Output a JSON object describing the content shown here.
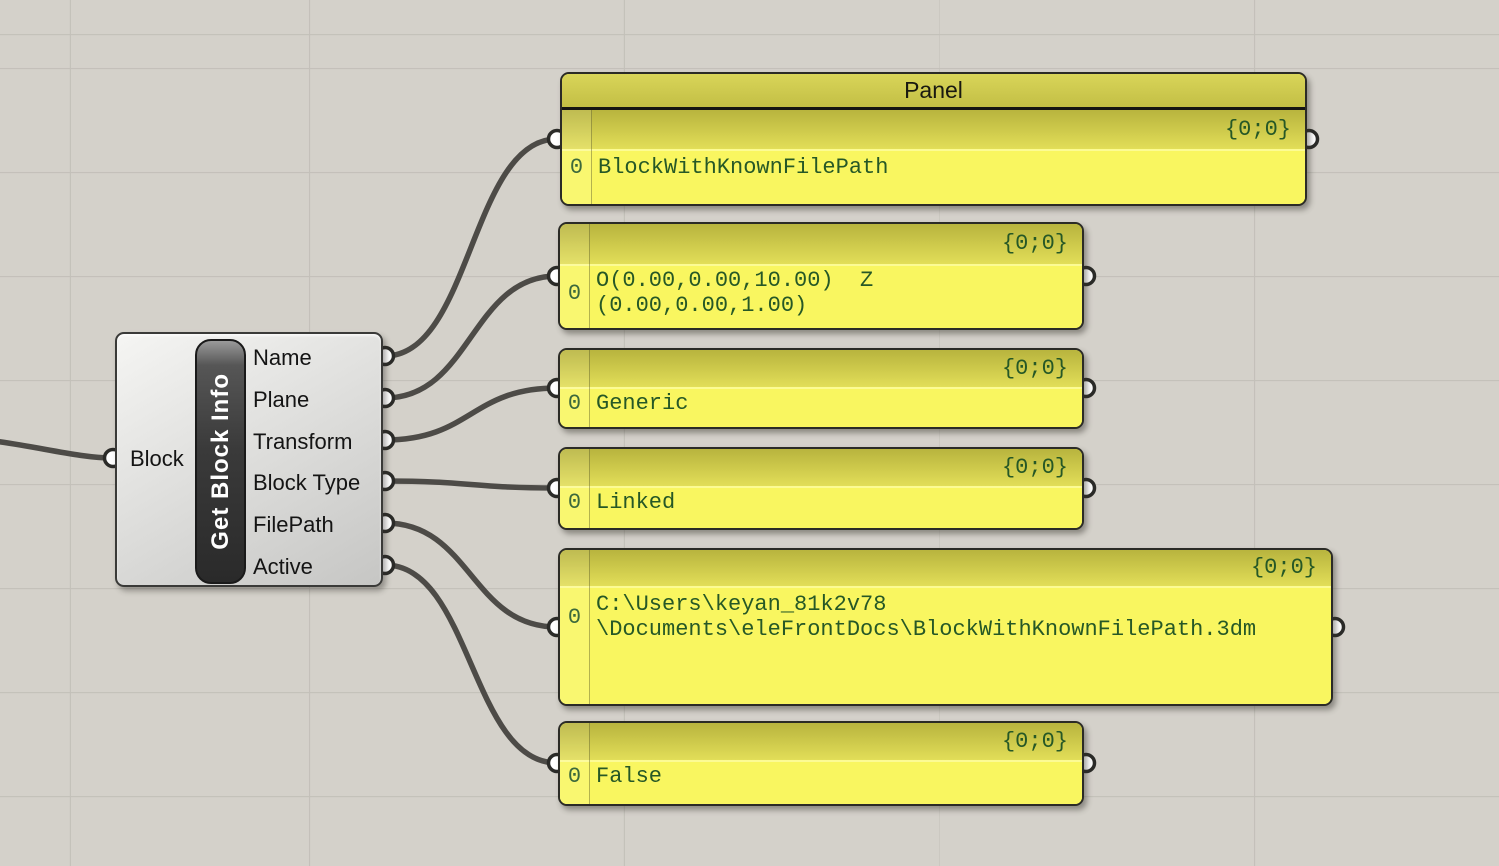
{
  "canvas": {
    "background_color": "#d4d1ca",
    "grid_line_color": "#c3c0b9",
    "wire_color": "#4d4b47"
  },
  "component": {
    "label": "Get Block Info",
    "input_label": "Block",
    "output_labels": [
      "Name",
      "Plane",
      "Transform",
      "Block Type",
      "FilePath",
      "Active"
    ]
  },
  "panels": [
    {
      "title": "Panel",
      "path": "{0;0}",
      "index": "0",
      "lines": [
        "BlockWithKnownFilePath"
      ]
    },
    {
      "path": "{0;0}",
      "index": "0",
      "lines": [
        "O(0.00,0.00,10.00)  Z",
        "(0.00,0.00,1.00)"
      ]
    },
    {
      "path": "{0;0}",
      "index": "0",
      "lines": [
        "Generic"
      ]
    },
    {
      "path": "{0;0}",
      "index": "0",
      "lines": [
        "Linked"
      ]
    },
    {
      "path": "{0;0}",
      "index": "0",
      "lines": [
        "C:\\Users\\keyan_81k2v78",
        "\\Documents\\eleFrontDocs\\BlockWithKnownFilePath.3dm"
      ]
    },
    {
      "path": "{0;0}",
      "index": "0",
      "lines": [
        "False"
      ]
    }
  ],
  "panel_colors": {
    "body": "#f9f660",
    "header_top": "#b8b43e",
    "header_bottom": "#e2de58",
    "text": "#265826",
    "border": "#2b2b26"
  }
}
